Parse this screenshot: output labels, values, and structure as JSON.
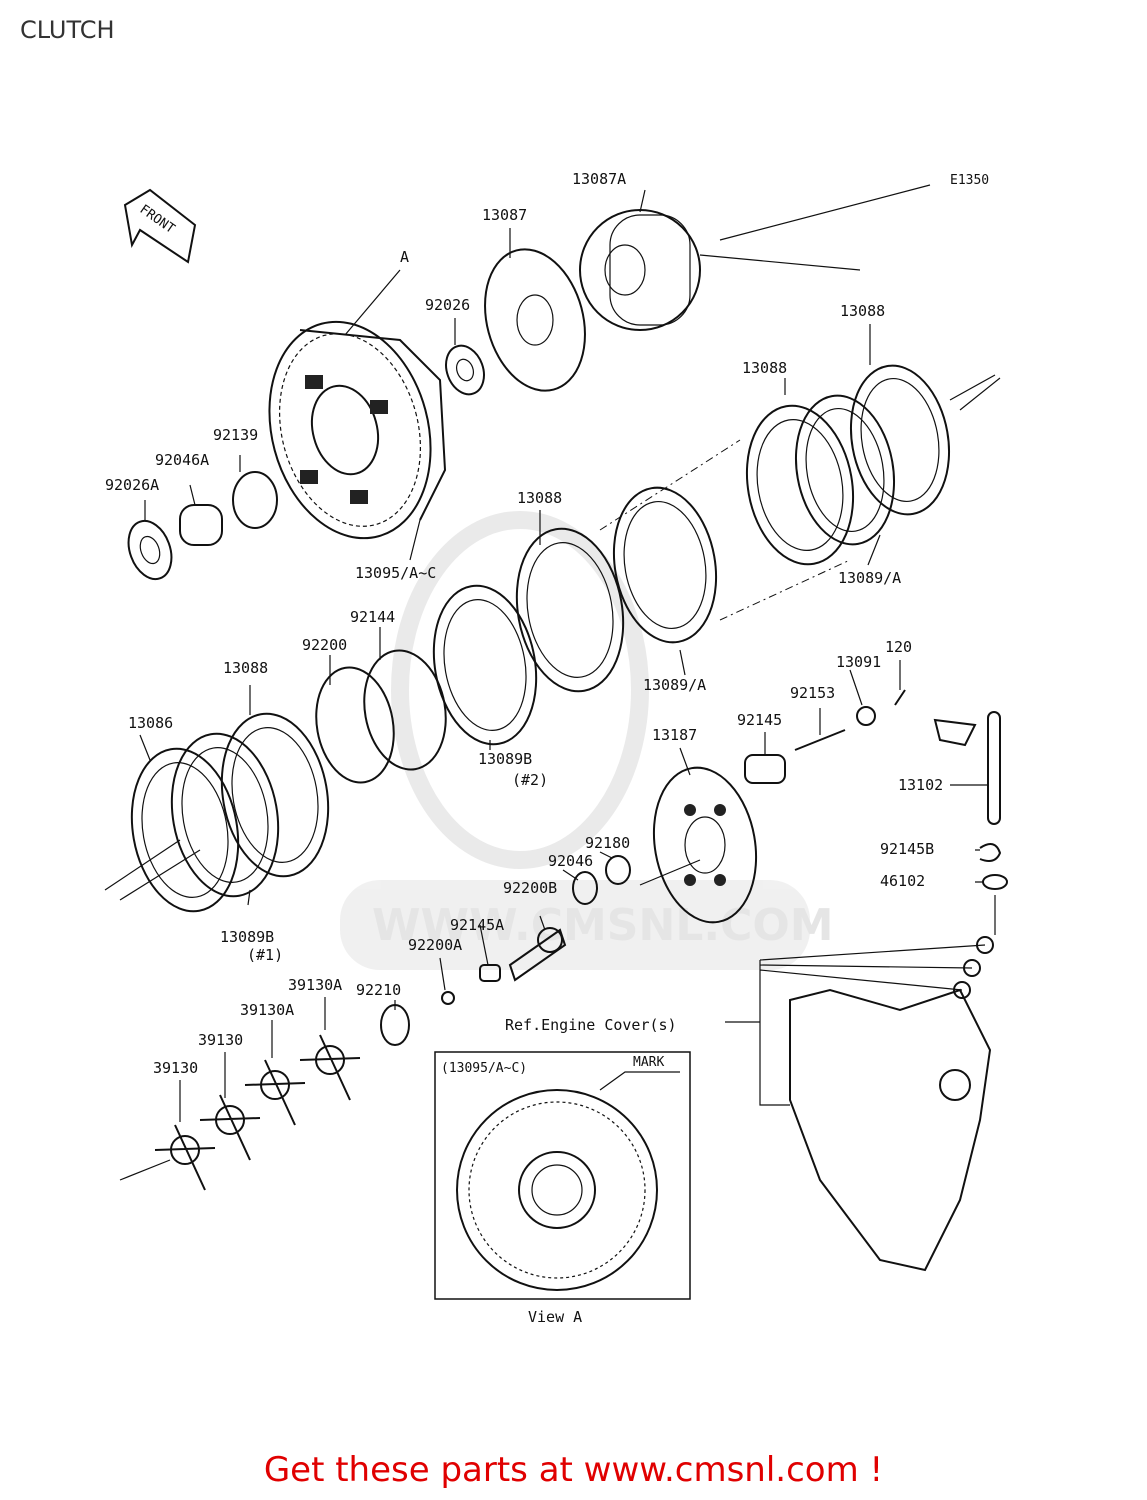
{
  "page": {
    "title": "CLUTCH"
  },
  "diagram": {
    "code": "E1350",
    "front_label": "FRONT",
    "watermark": "WWW.CMSNL.COM",
    "labels": [
      {
        "id": "13087A",
        "text": "13087A"
      },
      {
        "id": "13087",
        "text": "13087"
      },
      {
        "id": "A",
        "text": "A"
      },
      {
        "id": "92026",
        "text": "92026"
      },
      {
        "id": "13088-a",
        "text": "13088"
      },
      {
        "id": "13088-b",
        "text": "13088"
      },
      {
        "id": "92139",
        "text": "92139"
      },
      {
        "id": "92046A",
        "text": "92046A"
      },
      {
        "id": "92026A",
        "text": "92026A"
      },
      {
        "id": "13088-c",
        "text": "13088"
      },
      {
        "id": "13095",
        "text": "13095/A~C"
      },
      {
        "id": "13089A-a",
        "text": "13089/A"
      },
      {
        "id": "92144",
        "text": "92144"
      },
      {
        "id": "92200",
        "text": "92200"
      },
      {
        "id": "13088-d",
        "text": "13088"
      },
      {
        "id": "13089A-b",
        "text": "13089/A"
      },
      {
        "id": "120",
        "text": "120"
      },
      {
        "id": "13091",
        "text": "13091"
      },
      {
        "id": "92153",
        "text": "92153"
      },
      {
        "id": "13086",
        "text": "13086"
      },
      {
        "id": "92145",
        "text": "92145"
      },
      {
        "id": "13187",
        "text": "13187"
      },
      {
        "id": "13102",
        "text": "13102"
      },
      {
        "id": "13089B-2",
        "text": "13089B"
      },
      {
        "id": "n2",
        "text": "(#2)"
      },
      {
        "id": "92180",
        "text": "92180"
      },
      {
        "id": "92145B",
        "text": "92145B"
      },
      {
        "id": "92046",
        "text": "92046"
      },
      {
        "id": "46102",
        "text": "46102"
      },
      {
        "id": "92200B",
        "text": "92200B"
      },
      {
        "id": "13089B-1",
        "text": "13089B"
      },
      {
        "id": "n1",
        "text": "(#1)"
      },
      {
        "id": "92145A",
        "text": "92145A"
      },
      {
        "id": "92200A",
        "text": "92200A"
      },
      {
        "id": "92210",
        "text": "92210"
      },
      {
        "id": "39130A-a",
        "text": "39130A"
      },
      {
        "id": "39130A-b",
        "text": "39130A"
      },
      {
        "id": "39130-a",
        "text": "39130"
      },
      {
        "id": "39130-b",
        "text": "39130"
      },
      {
        "id": "ref-engine-cover",
        "text": "Ref.Engine Cover(s)"
      }
    ],
    "view_a": {
      "part": "(13095/A~C)",
      "mark": "MARK",
      "caption": "View A"
    }
  },
  "footer": {
    "text": "Get these parts at www.cmsnl.com !",
    "color": "#e00000"
  }
}
